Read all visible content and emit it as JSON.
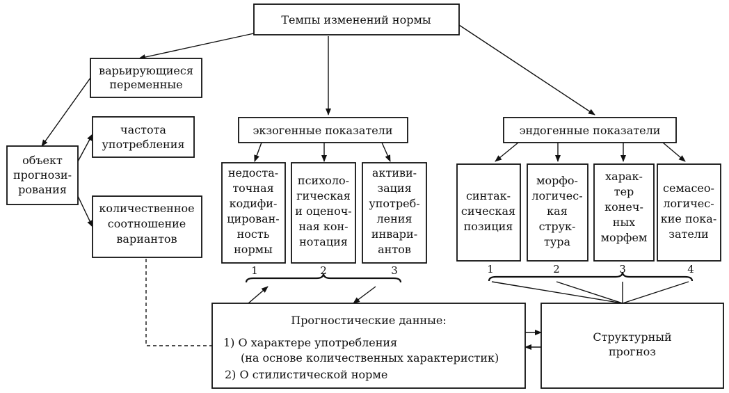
{
  "diagram": {
    "title": "Темпы изменений нормы",
    "left": {
      "object": [
        "объект",
        "прогнози-",
        "рования"
      ],
      "varying": [
        "варьирующиеся",
        "переменные"
      ],
      "frequency": [
        "частота",
        "употребления"
      ],
      "ratio": [
        "количественное",
        "соотношение",
        "вариантов"
      ]
    },
    "exogenous": {
      "header": "экзогенные показатели",
      "items": [
        {
          "lines": [
            "недоста-",
            "точная",
            "кодифи-",
            "цирован-",
            "ность",
            "нормы"
          ],
          "number": "1"
        },
        {
          "lines": [
            "психоло-",
            "гическая",
            "и оценоч-",
            "ная кон-",
            "нотация"
          ],
          "number": "2"
        },
        {
          "lines": [
            "активи-",
            "зация",
            "употреб-",
            "ления",
            "инвари-",
            "антов"
          ],
          "number": "3"
        }
      ]
    },
    "endogenous": {
      "header": "эндогенные показатели",
      "items": [
        {
          "lines": [
            "синтак-",
            "сическая",
            "позиция"
          ],
          "number": "1"
        },
        {
          "lines": [
            "морфо-",
            "логичес-",
            "кая",
            "струк-",
            "тура"
          ],
          "number": "2"
        },
        {
          "lines": [
            "харак-",
            "тер",
            "конеч-",
            "ных",
            "морфем"
          ],
          "number": "3"
        },
        {
          "lines": [
            "семасео-",
            "логичес-",
            "кие пока-",
            "затели"
          ],
          "number": "4"
        }
      ]
    },
    "forecast": {
      "title": "Прогностические данные:",
      "item1": "1)   О характере употребления",
      "item1_sub": "(на основе количественных характеристик)",
      "item2": "2) О стилистической норме"
    },
    "structural": [
      "Структурный",
      "прогноз"
    ]
  }
}
